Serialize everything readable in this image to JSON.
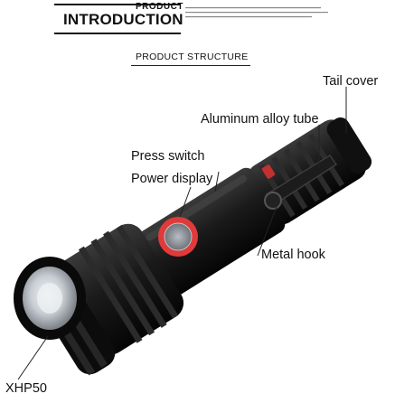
{
  "header": {
    "small": "PRODUCT",
    "title": "INTRODUCTION"
  },
  "section": {
    "title": "PRODUCT STRUCTURE"
  },
  "callouts": {
    "tail_cover": "Tail cover",
    "aluminum_tube": "Aluminum alloy tube",
    "press_switch": "Press switch",
    "power_display": "Power display",
    "metal_hook": "Metal hook",
    "led": "XHP50"
  },
  "colors": {
    "body": "#151515",
    "switch_ring": "#e03a3a",
    "lens": "#d8dce0"
  }
}
